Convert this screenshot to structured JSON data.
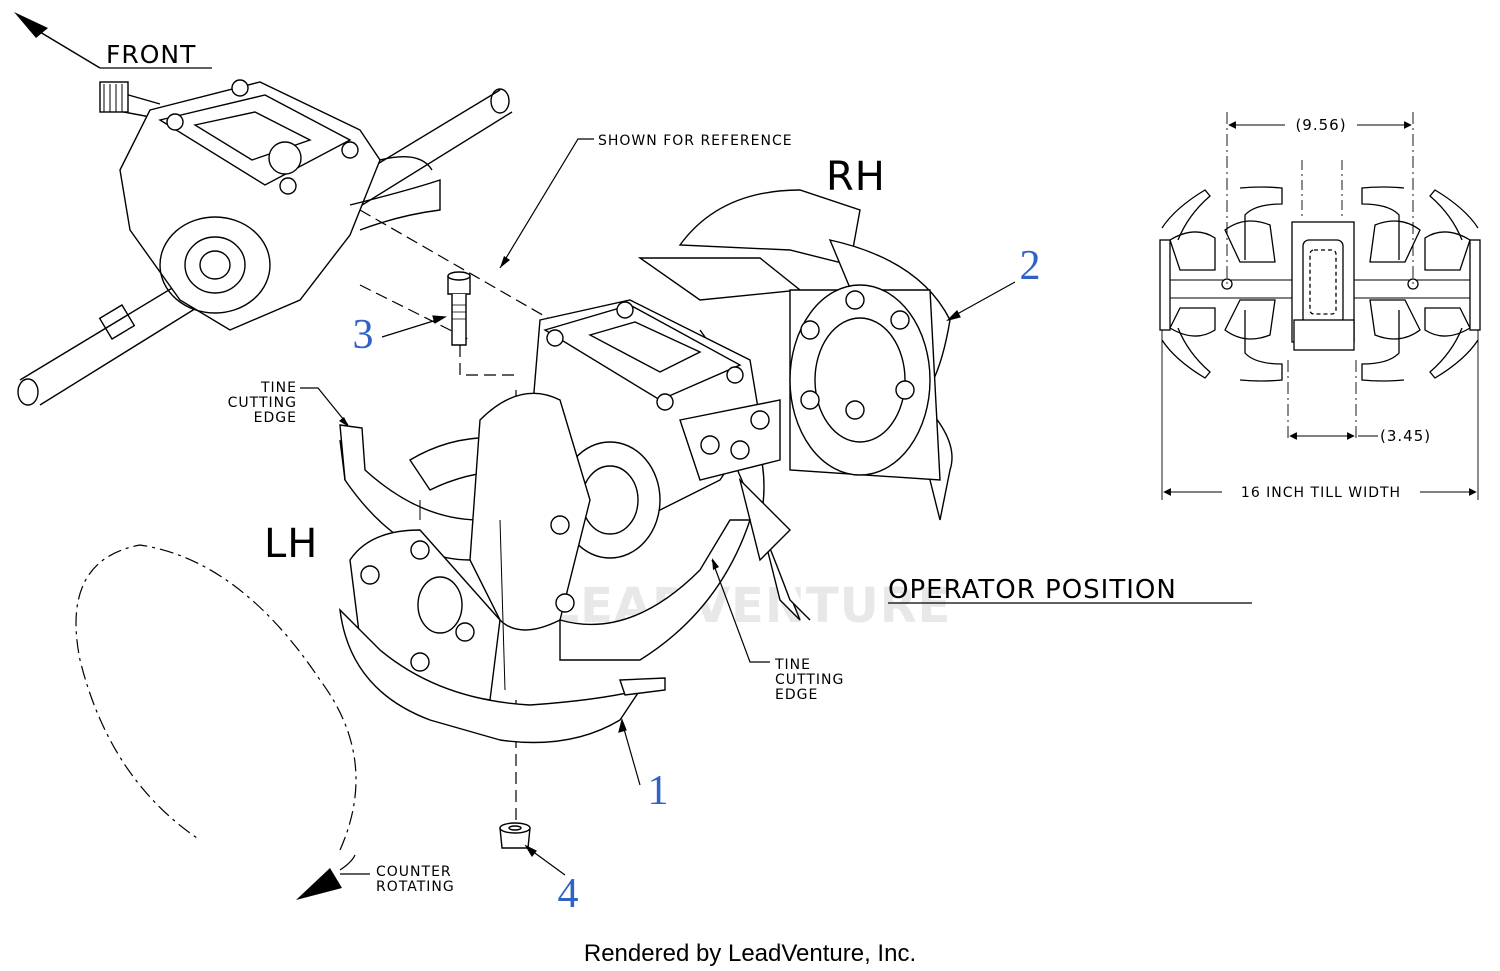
{
  "labels": {
    "front": "FRONT",
    "shown_for_reference": "SHOWN FOR REFERENCE",
    "rh": "RH",
    "lh": "LH",
    "tine_edge_left": [
      "TINE",
      "CUTTING",
      "EDGE"
    ],
    "tine_edge_right": [
      "TINE",
      "CUTTING",
      "EDGE"
    ],
    "operator_position": "OPERATOR POSITION",
    "counter_rotating": [
      "COUNTER",
      "ROTATING"
    ],
    "dim_top": "(9.56)",
    "dim_mid": "(3.45)",
    "dim_width": "16 INCH TILL WIDTH"
  },
  "callouts": {
    "part_1": "1",
    "part_2": "2",
    "part_3": "3",
    "part_4": "4"
  },
  "watermark": "LEADVENTURE",
  "footer": "Rendered by LeadVenture, Inc.",
  "colors": {
    "line": "#000000",
    "callout": "#2f62c9",
    "watermark": "#e6e6e6"
  }
}
